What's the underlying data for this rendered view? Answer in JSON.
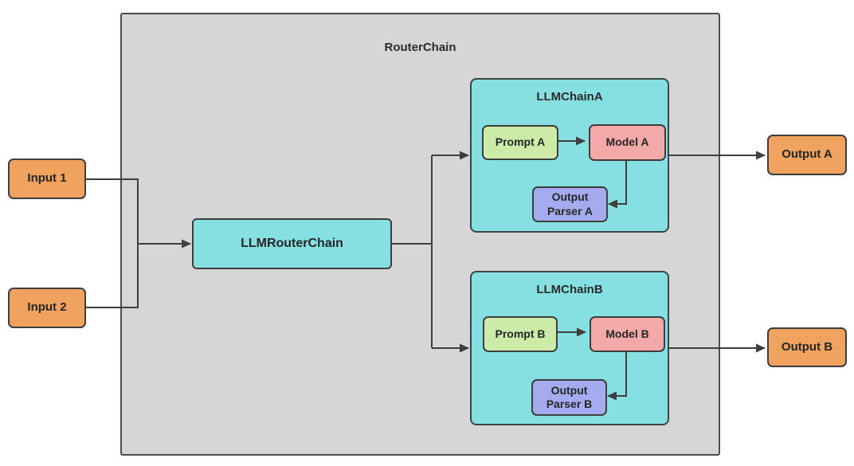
{
  "diagram": {
    "title": "RouterChain",
    "inputs": [
      {
        "label": "Input 1"
      },
      {
        "label": "Input 2"
      }
    ],
    "router": {
      "label": "LLMRouterChain"
    },
    "chains": [
      {
        "title": "LLMChainA",
        "prompt": "Prompt A",
        "model": "Model A",
        "parser": "Output Parser A"
      },
      {
        "title": "LLMChainB",
        "prompt": "Prompt B",
        "model": "Model B",
        "parser": "Output Parser B"
      }
    ],
    "outputs": [
      {
        "label": "Output A"
      },
      {
        "label": "Output B"
      }
    ],
    "edges": [
      {
        "from": "Input 1",
        "to": "LLMRouterChain"
      },
      {
        "from": "Input 2",
        "to": "LLMRouterChain"
      },
      {
        "from": "LLMRouterChain",
        "to": "LLMChainA"
      },
      {
        "from": "LLMRouterChain",
        "to": "LLMChainB"
      },
      {
        "from": "Prompt A",
        "to": "Model A"
      },
      {
        "from": "Model A",
        "to": "Output Parser A"
      },
      {
        "from": "LLMChainA",
        "to": "Output A"
      },
      {
        "from": "Prompt B",
        "to": "Model B"
      },
      {
        "from": "Model B",
        "to": "Output Parser B"
      },
      {
        "from": "LLMChainB",
        "to": "Output B"
      }
    ],
    "colors": {
      "container_fill": "#d6d6d6",
      "chain_fill": "#86dfe0",
      "router_fill": "#86dfe0",
      "input_output_fill": "#f0a35e",
      "prompt_fill": "#cdeba8",
      "model_fill": "#f4a9a9",
      "parser_fill": "#a4abee",
      "border": "#3e3e3e",
      "arrow": "#3e3e3e",
      "text": "#262626"
    }
  }
}
